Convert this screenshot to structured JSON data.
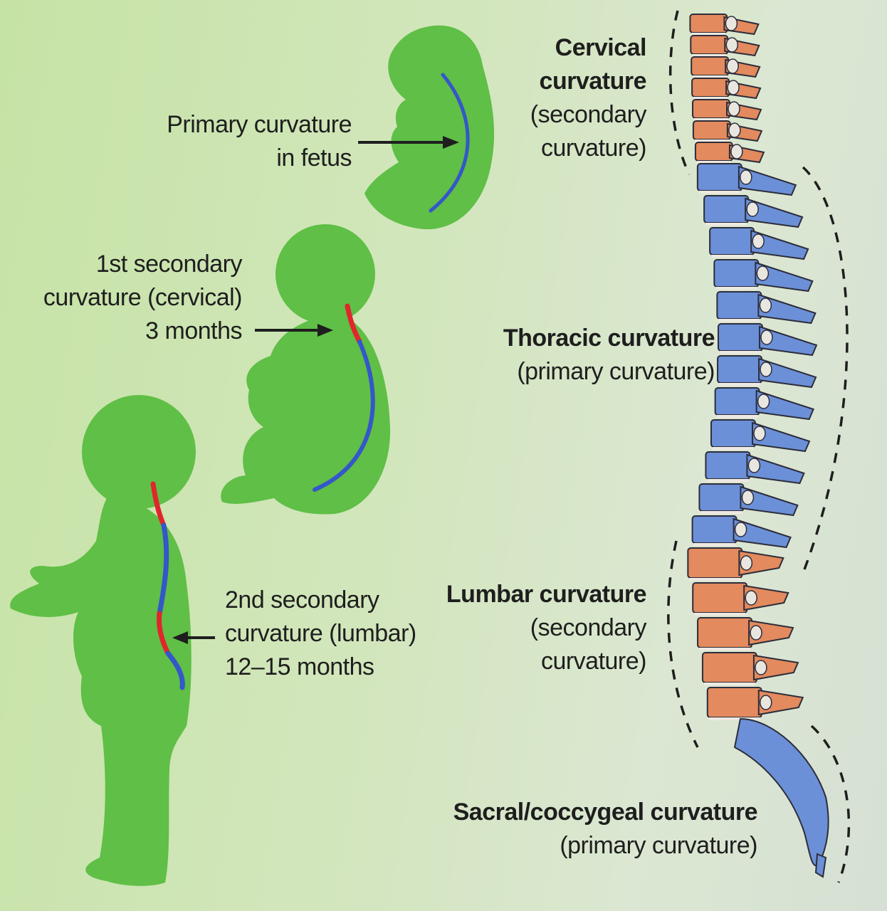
{
  "labels": {
    "primary_fetus": [
      "Primary curvature",
      "in fetus"
    ],
    "first_secondary": [
      "1st secondary",
      "curvature (cervical)",
      "3 months"
    ],
    "second_secondary": [
      "2nd secondary",
      "curvature (lumbar)",
      "12–15 months"
    ],
    "cervical": {
      "title": [
        "Cervical",
        "curvature"
      ],
      "sub": [
        "(secondary",
        "curvature)"
      ]
    },
    "thoracic": {
      "title": "Thoracic curvature",
      "sub": "(primary curvature)"
    },
    "lumbar": {
      "title": "Lumbar curvature",
      "sub": [
        "(secondary",
        "curvature)"
      ]
    },
    "sacral": {
      "title": "Sacral/coccygeal curvature",
      "sub": "(primary curvature)"
    }
  },
  "colors": {
    "silhouette": "#5fbf46",
    "primary_curve": "#3457c9",
    "secondary_curve": "#e0262c",
    "orange_vertebra": "#e38a5e",
    "blue_vertebra": "#6b90d8"
  }
}
